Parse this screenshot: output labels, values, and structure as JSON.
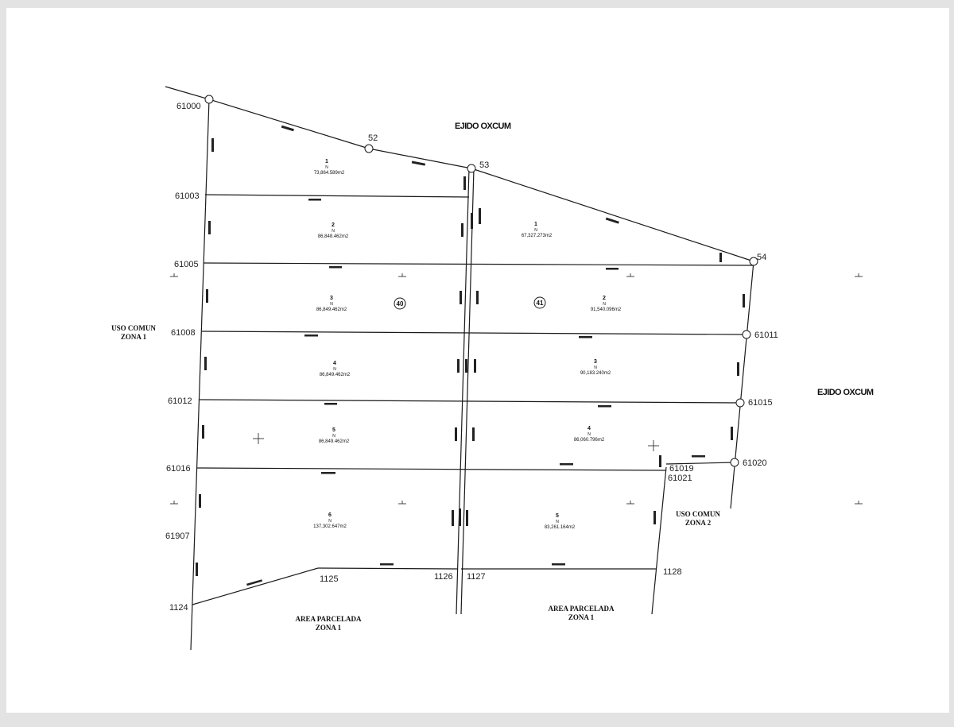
{
  "regions": {
    "ejido_top": "EJIDO OXCUM",
    "ejido_right": "EJIDO OXCUM",
    "uso_comun_1": {
      "line1": "USO COMUN",
      "line2": "ZONA 1"
    },
    "uso_comun_2": {
      "line1": "USO COMUN",
      "line2": "ZONA 2"
    },
    "area_parcelada_1": {
      "line1": "AREA PARCELADA",
      "line2": "ZONA 1"
    },
    "area_parcelada_2": {
      "line1": "AREA PARCELADA",
      "line2": "ZONA 1"
    }
  },
  "points": {
    "p61000": "61000",
    "p52": "52",
    "p53": "53",
    "p54": "54",
    "p61003": "61003",
    "p61005": "61005",
    "p61008": "61008",
    "p61011": "61011",
    "p61012": "61012",
    "p61015": "61015",
    "p61016": "61016",
    "p61019": "61019",
    "p61021": "61021",
    "p61020": "61020",
    "p61907": "61907",
    "p1124": "1124",
    "p1125": "1125",
    "p1126": "1126",
    "p1127": "1127",
    "p1128": "1128"
  },
  "blocks": {
    "b40": "40",
    "b41": "41"
  },
  "north_symbol": "N",
  "lots_block_40": [
    {
      "number": "1",
      "area": "73,864.589m2"
    },
    {
      "number": "2",
      "area": "86,848.462m2"
    },
    {
      "number": "3",
      "area": "86,849.462m2"
    },
    {
      "number": "4",
      "area": "86,849.462m2"
    },
    {
      "number": "5",
      "area": "86,849.462m2"
    },
    {
      "number": "6",
      "area": "137,302.647m2"
    }
  ],
  "lots_block_41": [
    {
      "number": "1",
      "area": "67,327.273m2"
    },
    {
      "number": "2",
      "area": "91,540.096m2"
    },
    {
      "number": "3",
      "area": "90,183.240m2"
    },
    {
      "number": "4",
      "area": "86,060.796m2"
    },
    {
      "number": "5",
      "area": "83,261.164m2"
    }
  ]
}
